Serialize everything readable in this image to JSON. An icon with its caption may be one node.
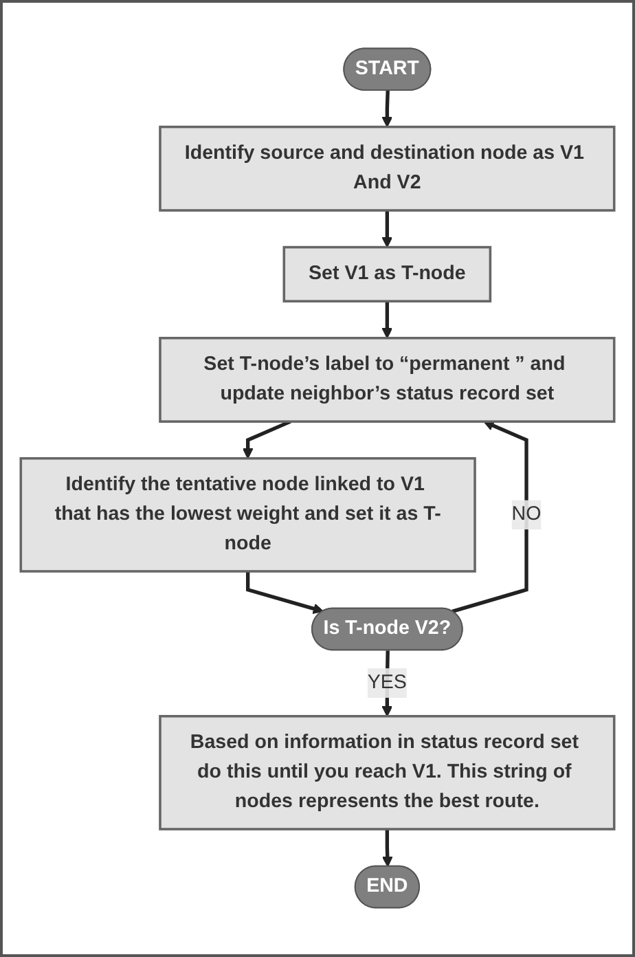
{
  "diagram": {
    "nodes": [
      {
        "text": [
          "START"
        ]
      },
      {
        "text": [
          "Identify source and destination node as V1 And V2"
        ]
      },
      {
        "text": [
          "Set V1 as T-node"
        ]
      },
      {
        "text": [
          "Set T-node’s label to “permanent ” and update neighbor’s status record set"
        ]
      },
      {
        "text": [
          "Identify the tentative node linked to V1 that has the lowest weight and set it as T-node"
        ]
      },
      {
        "text": [
          "Is T-node V2?"
        ]
      },
      {
        "text": [
          "Based on information in status record set do this until you reach V1. This string of nodes represents the best route."
        ]
      },
      {
        "text": [
          "END"
        ]
      }
    ],
    "edges": [
      {
        "from": 0,
        "to": 1,
        "arrow": "to"
      },
      {
        "from": 1,
        "to": 2,
        "arrow": "to"
      },
      {
        "from": 2,
        "to": 3,
        "arrow": "to"
      },
      {
        "from": 3,
        "to": 4,
        "arrow": "to"
      },
      {
        "from": 4,
        "to": 5,
        "arrow": "to"
      },
      {
        "from": 5,
        "to": 3,
        "arrow": "to",
        "label": "NO"
      },
      {
        "from": 5,
        "to": 6,
        "arrow": "to",
        "label": "YES"
      },
      {
        "from": 6,
        "to": 7,
        "arrow": "to"
      }
    ]
  }
}
